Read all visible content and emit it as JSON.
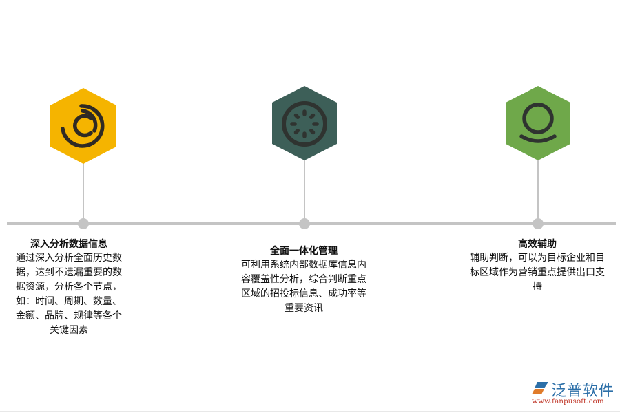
{
  "diagram": {
    "type": "horizontal-timeline",
    "line_color": "#c4c4c4",
    "nodes": [
      {
        "id": "deep-analysis",
        "title": "深入分析数据信息",
        "color": "#f5b400",
        "icon": "concentric-arcs-icon",
        "body_lines": [
          "通过深入分析全面历史数",
          "据，达到不遗漏重要的数",
          "据资源，分析各个节点，",
          "如：时间、周期、数量、",
          "金额、品牌、规律等各个",
          "关键因素"
        ]
      },
      {
        "id": "integrated-management",
        "title": "全面一体化管理",
        "color": "#3d5f58",
        "icon": "loading-dial-icon",
        "body_lines": [
          "可利用系统内部数据库信息内",
          "容覆盖性分析，综合判断重点",
          "区域的招投标信息、成功率等",
          "重要资讯"
        ]
      },
      {
        "id": "efficient-assist",
        "title": "高效辅助",
        "color": "#6fa84a",
        "icon": "circle-on-base-icon",
        "body_lines": [
          "辅助判断，可以为目标企业和目",
          "标区域作为营销重点提供出口支",
          "持"
        ]
      }
    ]
  },
  "logo": {
    "name": "泛普软件",
    "url": "www.fanpusoft.com",
    "name_color": "#2c6fa8",
    "url_color": "#c0392b"
  }
}
